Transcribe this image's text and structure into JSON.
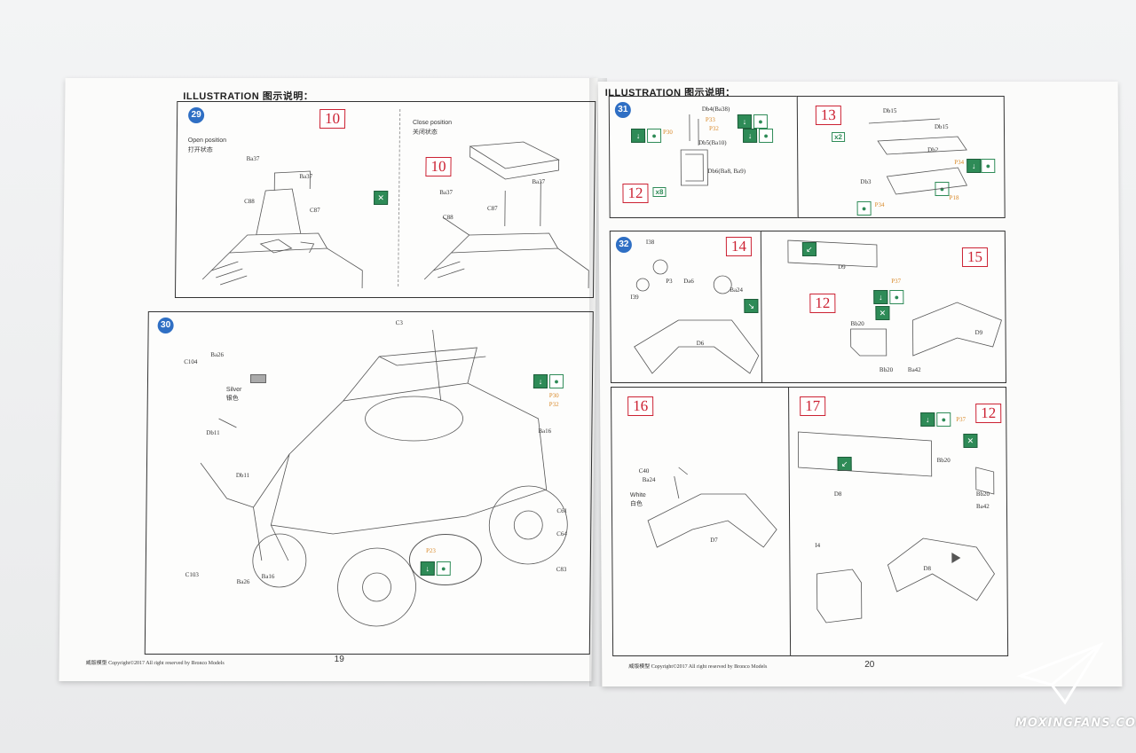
{
  "header_left": "ILLUSTRATION 图示说明：",
  "header_right": "ILLUSTRATION 图示说明：",
  "steps": {
    "s29": {
      "num": "29",
      "sprue_a": "10",
      "sprue_b": "10",
      "open_en": "Open position",
      "open_cn": "打开状态",
      "close_en": "Close position",
      "close_cn": "关闭状态",
      "labels": [
        "Ba37",
        "Ba37",
        "C88",
        "C87",
        "Ba37",
        "Ba37",
        "C88",
        "C87"
      ]
    },
    "s30": {
      "num": "30",
      "silver_en": "Silver",
      "silver_cn": "银色",
      "labels": [
        "C3",
        "C104",
        "Ba26",
        "Db11",
        "Db11",
        "C103",
        "Ba26",
        "Ba16",
        "P30",
        "P32",
        "Ba16",
        "C61",
        "C64",
        "C83",
        "P23"
      ]
    },
    "s31": {
      "num": "31",
      "sprue_12": "12",
      "sprue_13": "13",
      "x8": "x8",
      "x2": "x2",
      "labels": [
        "Db4(Ba38)",
        "P33",
        "P30",
        "P32",
        "Db5(Ba10)",
        "Db6(Ba8, Ba9)",
        "Db15",
        "Db15",
        "Db2",
        "P34",
        "Db3",
        "P34",
        "P18"
      ]
    },
    "s32": {
      "num": "32",
      "sprue_14": "14",
      "sprue_15": "15",
      "sprue_12": "12",
      "labels": [
        "I38",
        "I39",
        "P3",
        "Da6",
        "Ba24",
        "D6",
        "D9",
        "P37",
        "Bb20",
        "D9",
        "Bb20",
        "Ba42"
      ]
    },
    "s16": {
      "sprue": "16",
      "white_en": "White",
      "white_cn": "白色",
      "labels": [
        "C40",
        "Ba24",
        "D7"
      ]
    },
    "s17": {
      "sprue_17": "17",
      "sprue_12": "12",
      "labels": [
        "P37",
        "Bb20",
        "Bb20",
        "Ba42",
        "D8",
        "I4",
        "D8"
      ]
    }
  },
  "footer_left": "威版模型 Copyright©2017 All right reserved by Bronco Models",
  "footer_right": "威版模型 Copyright©2017 All right reserved by Bronco Models",
  "page_left": "19",
  "page_right": "20",
  "watermark": "MOXINGFANS.COM",
  "icons": {
    "glue": "glue-icon",
    "dot": "dot-icon",
    "alt": "alternate-icon",
    "arrow": "direction-arrow-icon"
  }
}
